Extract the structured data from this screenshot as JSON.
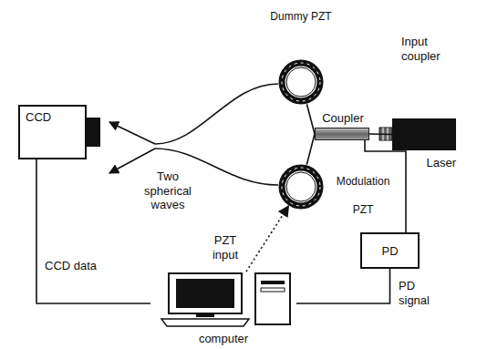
{
  "diagram": {
    "nodes": [
      {
        "text": [
          "CCD"
        ]
      },
      {
        "text": [
          "Dummy PZT"
        ]
      },
      {
        "text": [
          "Coupler"
        ]
      },
      {
        "text": [
          "Laser"
        ]
      },
      {
        "text": [
          "Modulation PZT"
        ]
      },
      {
        "text": [
          "PD"
        ]
      },
      {
        "text": [
          "computer"
        ]
      }
    ],
    "edges": [
      {
        "from": 3,
        "to": 2,
        "arrow": "none"
      },
      {
        "from": 2,
        "to": 1,
        "arrow": "none"
      },
      {
        "from": 2,
        "to": 4,
        "arrow": "none"
      },
      {
        "from": 2,
        "to": 5,
        "arrow": "none"
      },
      {
        "from": 0,
        "to": 6,
        "label": "CCD data",
        "arrow": "none"
      },
      {
        "from": 5,
        "to": 6,
        "label": "PD signal",
        "arrow": "none"
      },
      {
        "from": 6,
        "to": 4,
        "label": "PZT input",
        "arrow": "to"
      }
    ],
    "labels": [
      "Input coupler",
      "Two spherical waves"
    ]
  }
}
